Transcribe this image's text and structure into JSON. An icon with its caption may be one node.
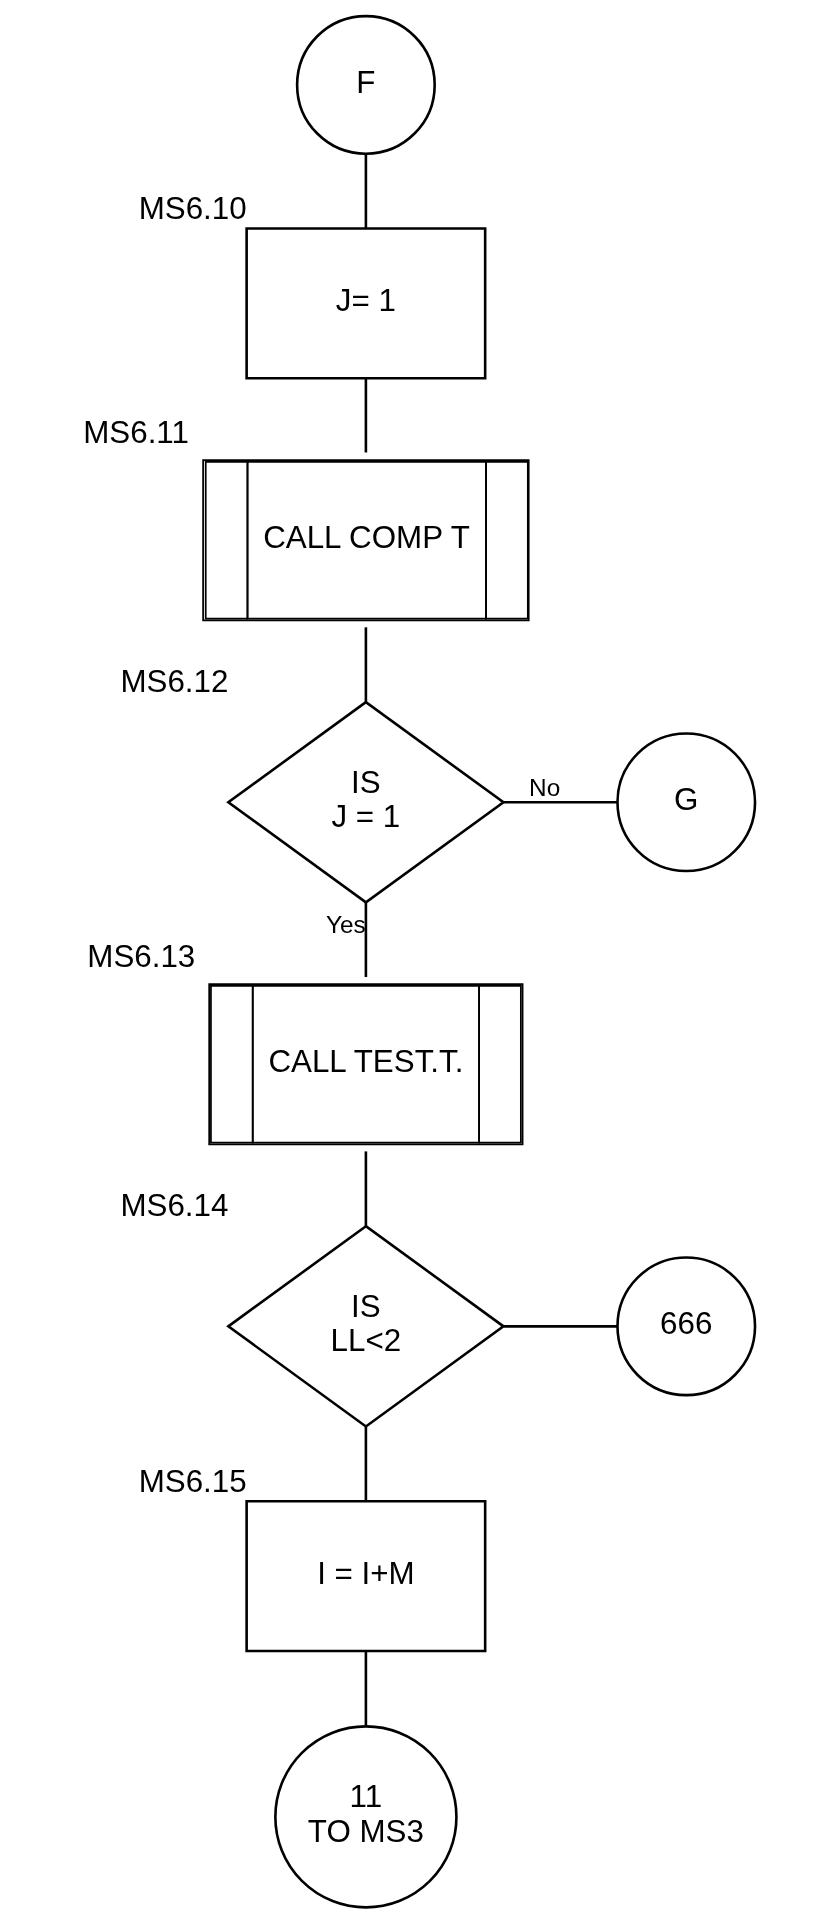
{
  "diagram": {
    "nodes": [
      {
        "text": [
          "F"
        ]
      },
      {
        "text": [
          "J= 1"
        ],
        "beside": [
          "MS6.10"
        ]
      },
      {
        "text": [
          "CALL COMP T"
        ],
        "beside": [
          "MS6.11"
        ]
      },
      {
        "text": [
          "IS",
          "J = 1"
        ],
        "beside": [
          "MS6.12"
        ]
      },
      {
        "text": [
          "G"
        ]
      },
      {
        "text": [
          "CALL TEST.T."
        ],
        "beside": [
          "MS6.13"
        ]
      },
      {
        "text": [
          "666"
        ]
      },
      {
        "text": [
          "IS",
          "LL<2"
        ],
        "beside": [
          "MS6.14"
        ]
      },
      {
        "text": [
          "I = I+M"
        ],
        "beside": [
          "MS6.15"
        ]
      },
      {
        "text": [
          "11",
          "TO MS3"
        ]
      }
    ],
    "edges": [
      {
        "from": 0,
        "to": 1,
        "arrow": "none"
      },
      {
        "from": 1,
        "to": 2,
        "arrow": "none"
      },
      {
        "from": 2,
        "to": 3,
        "arrow": "none"
      },
      {
        "from": 3,
        "to": 4,
        "arrow": "none",
        "label": "No"
      },
      {
        "from": 3,
        "to": 5,
        "arrow": "none",
        "label": "Yes"
      },
      {
        "from": 5,
        "to": 7,
        "arrow": "none"
      },
      {
        "from": 7,
        "to": 6,
        "arrow": "none"
      },
      {
        "from": 7,
        "to": 8,
        "arrow": "none"
      },
      {
        "from": 8,
        "to": 9,
        "arrow": "none"
      }
    ]
  }
}
